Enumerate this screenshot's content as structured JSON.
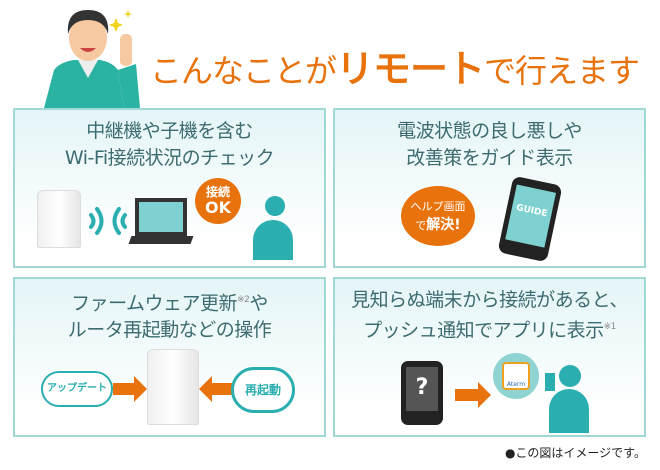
{
  "header": {
    "title_prefix": "こんなことが",
    "title_emphasis": "リモート",
    "title_suffix": "で行えます"
  },
  "panels": [
    {
      "line1": "中継機や子機を含む",
      "line2": "Wi-Fi接続状況のチェック",
      "bubble_line1": "接続",
      "bubble_line2": "OK"
    },
    {
      "line1": "電波状態の良し悪しや",
      "line2": "改善策をガイド表示",
      "bubble_line1": "ヘルプ画面",
      "bubble_line2_prefix": "で",
      "bubble_line2_bold": "解決!",
      "screen_label": "GUIDE"
    },
    {
      "line1_prefix": "ファームウェア更新",
      "line1_note": "※2",
      "line1_suffix": "や",
      "line2": "ルータ再起動などの操作",
      "cloud_label": "アップデート",
      "restart_label": "再起動"
    },
    {
      "line1": "見知らぬ端末から接続があると、",
      "line2": "プッシュ通知でアプリに表示",
      "line2_note": "※1",
      "phone_symbol": "?",
      "app_label": "Aterm"
    }
  ],
  "footnote": "●この図はイメージです。",
  "colors": {
    "accent": "#e8720c",
    "teal": "#2aaeb0",
    "border": "#9fd8d4"
  }
}
